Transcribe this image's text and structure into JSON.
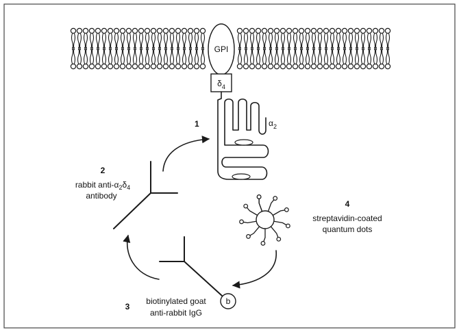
{
  "membrane": {
    "gpi_label": "GPI",
    "delta_label": "δ",
    "delta_sub": "4"
  },
  "alpha": {
    "label": "α",
    "sub": "2"
  },
  "steps": [
    {
      "number": "1"
    },
    {
      "number": "2",
      "line1_a": "rabbit anti-α",
      "line1_sub1": "2",
      "line1_b": "δ",
      "line1_sub2": "4",
      "line2": "antibody"
    },
    {
      "number": "3",
      "line1": "biotinylated goat",
      "line2": "anti-rabbit IgG",
      "biotin_label": "b"
    },
    {
      "number": "4",
      "line1": "streptavidin-coated",
      "line2": "quantum dots"
    }
  ]
}
